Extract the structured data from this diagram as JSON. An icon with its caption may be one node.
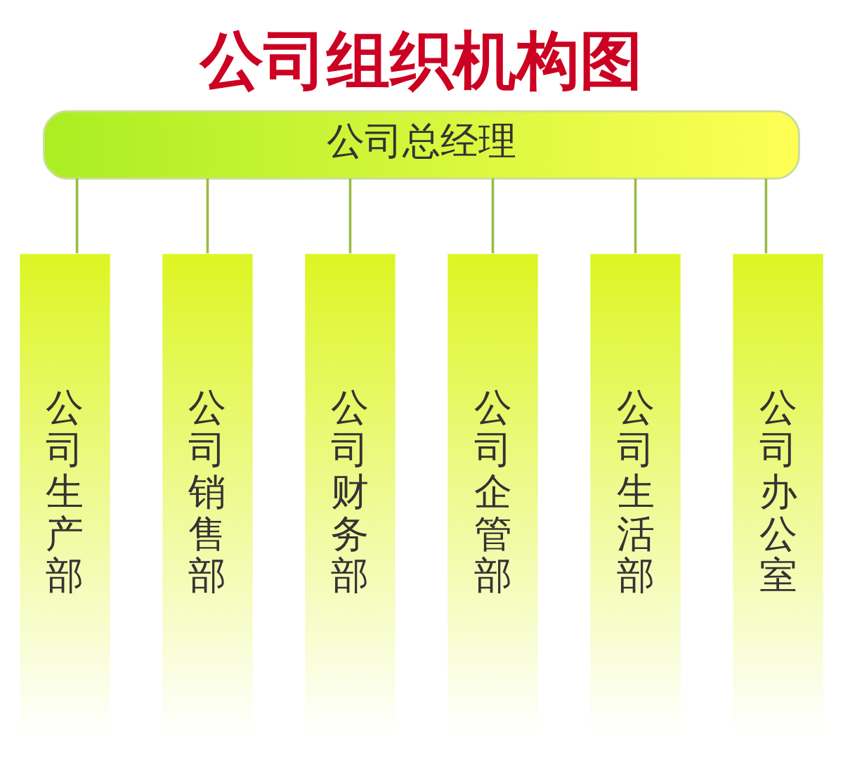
{
  "diagram": {
    "title": "公司组织机构图",
    "nodes": [
      {
        "text": [
          "公司总经理"
        ]
      },
      {
        "text": [
          "公司生产部"
        ]
      },
      {
        "text": [
          "公司销售部"
        ]
      },
      {
        "text": [
          "公司财务部"
        ]
      },
      {
        "text": [
          "公司企管部"
        ]
      },
      {
        "text": [
          "公司生活部"
        ]
      },
      {
        "text": [
          "公司办公室"
        ]
      }
    ],
    "edges": [
      {
        "from": 0,
        "to": 1,
        "arrow": "none"
      },
      {
        "from": 0,
        "to": 2,
        "arrow": "none"
      },
      {
        "from": 0,
        "to": 3,
        "arrow": "none"
      },
      {
        "from": 0,
        "to": 4,
        "arrow": "none"
      },
      {
        "from": 0,
        "to": 5,
        "arrow": "none"
      },
      {
        "from": 0,
        "to": 6,
        "arrow": "none"
      }
    ]
  }
}
